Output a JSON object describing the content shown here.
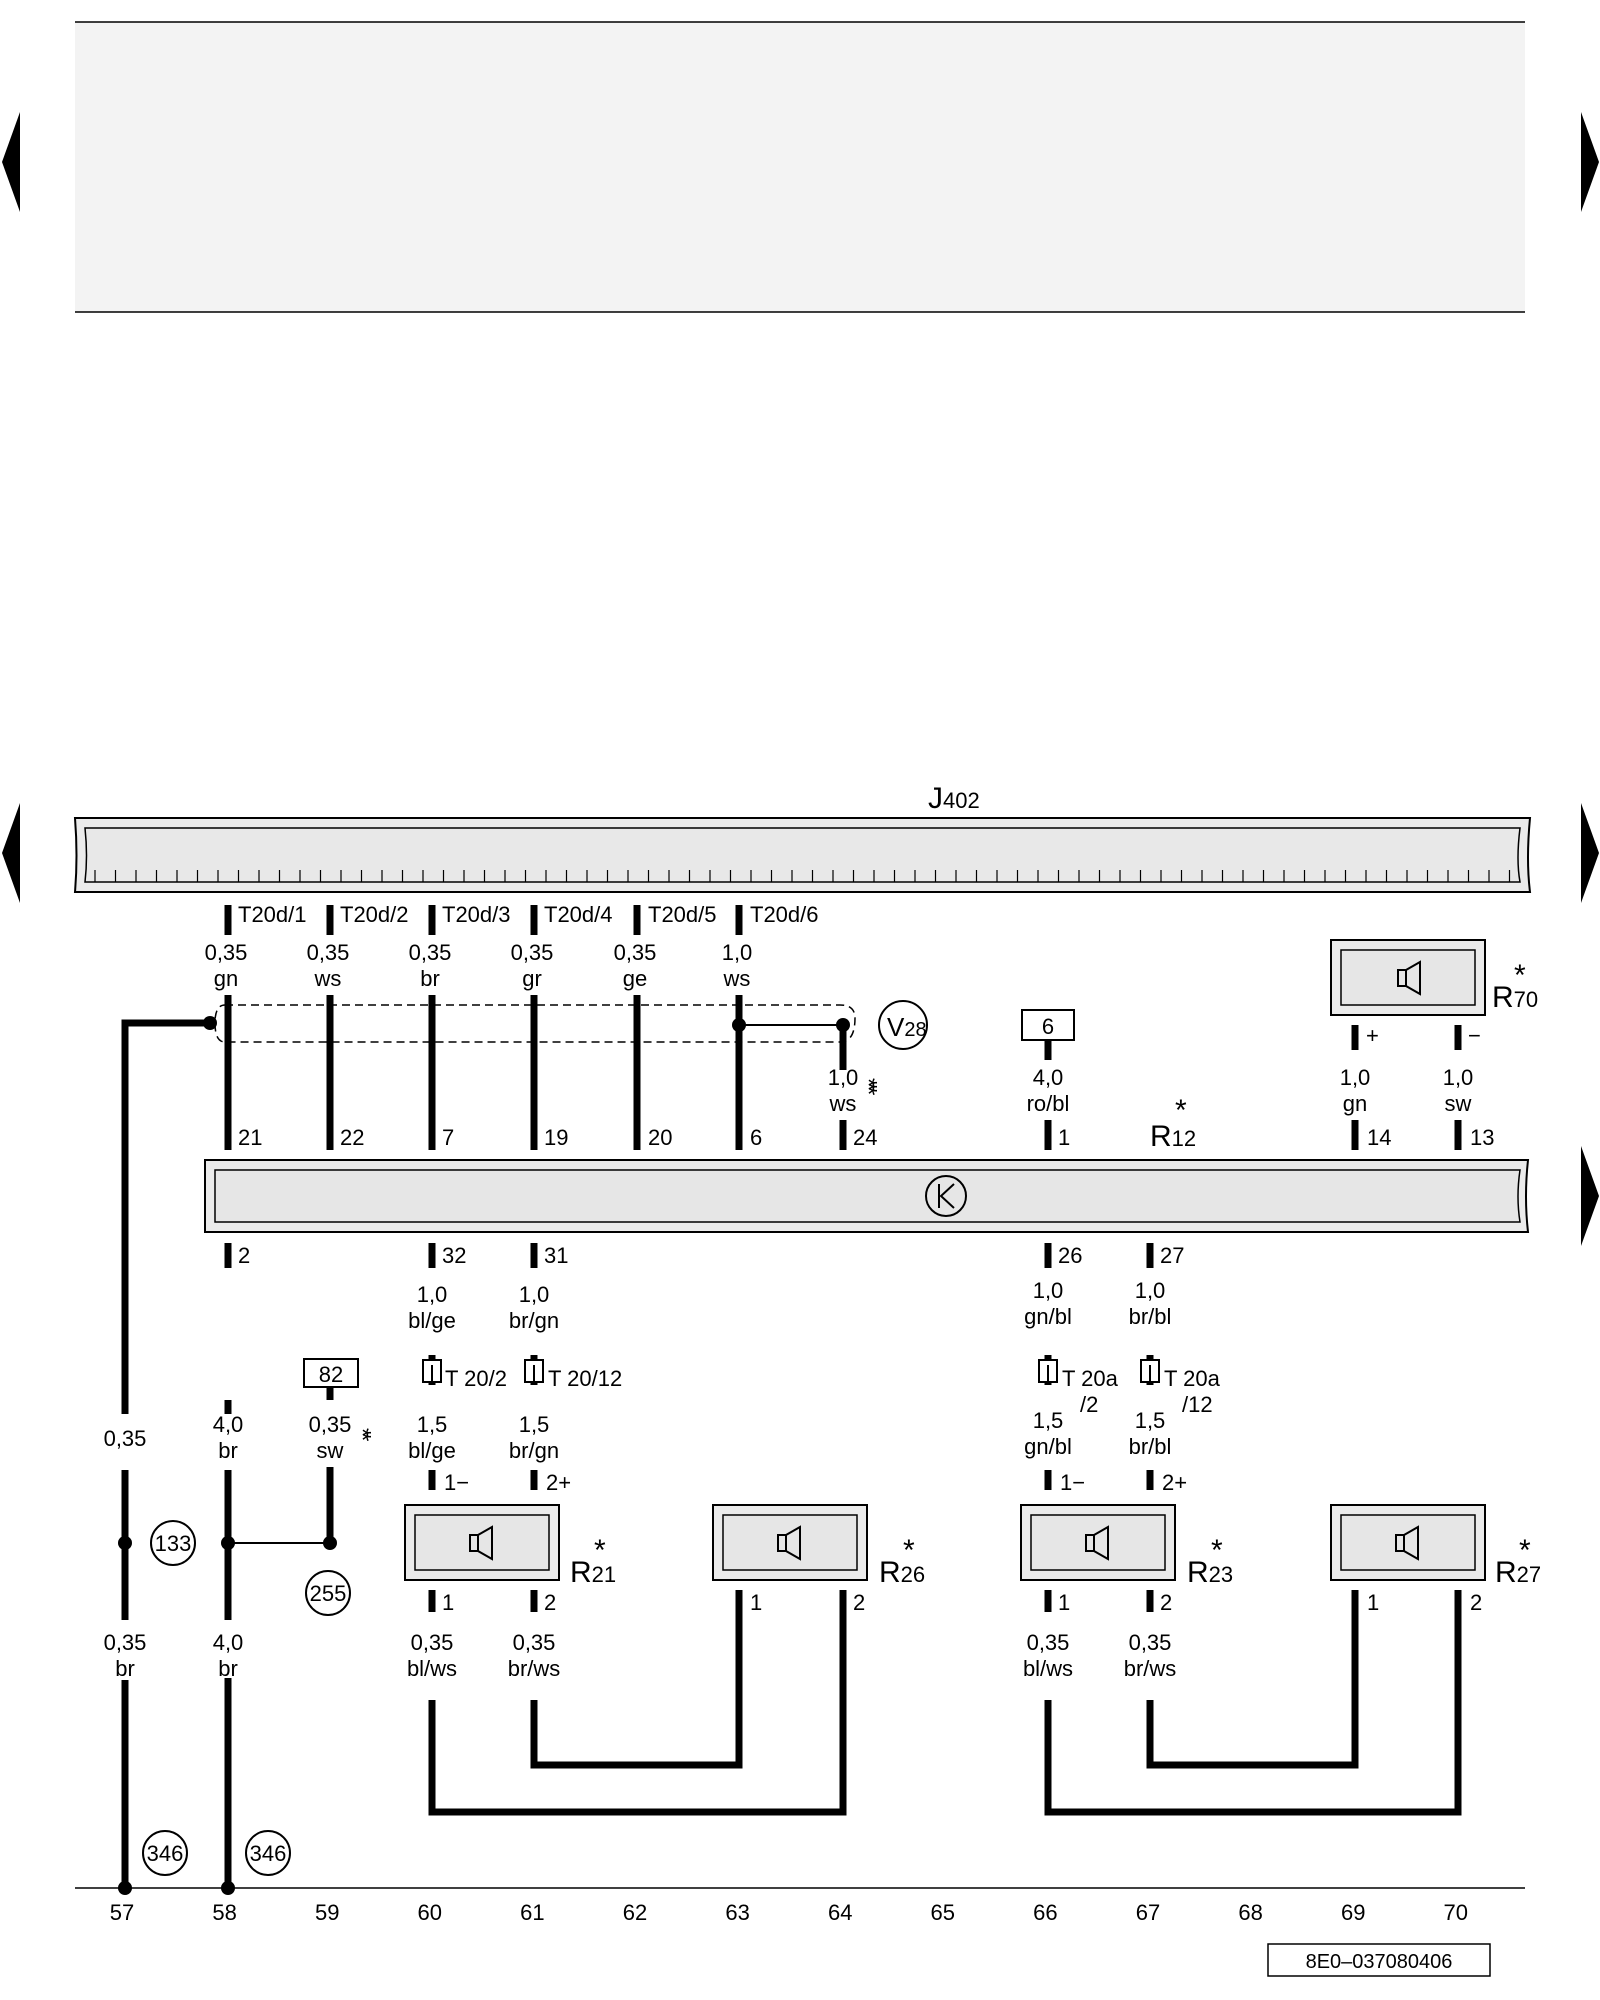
{
  "header_panel": {
    "text": ""
  },
  "control_unit": {
    "main": "J",
    "sub": "402"
  },
  "connectors_top": [
    {
      "label": "T20d/1",
      "size": "0,35",
      "color": "gn",
      "pin": "21"
    },
    {
      "label": "T20d/2",
      "size": "0,35",
      "color": "ws",
      "pin": "22"
    },
    {
      "label": "T20d/3",
      "size": "0,35",
      "color": "br",
      "pin": "7"
    },
    {
      "label": "T20d/4",
      "size": "0,35",
      "color": "gr",
      "pin": "19"
    },
    {
      "label": "T20d/5",
      "size": "0,35",
      "color": "ge",
      "pin": "20"
    },
    {
      "label": "T20d/6",
      "size": "1,0",
      "color": "ws",
      "pin": "6"
    }
  ],
  "shield": {
    "ref": "V",
    "sub": "28"
  },
  "wire_64": {
    "size": "1,0",
    "color": "ws",
    "stars": "* * *",
    "pin": "24"
  },
  "fuse_box": {
    "label": "6",
    "size": "4,0",
    "color": "ro/bl",
    "pin": "1"
  },
  "amplifier": {
    "main": "R",
    "sub": "12",
    "star": "*"
  },
  "r70": {
    "main": "R",
    "sub": "70",
    "star": "*",
    "plus": {
      "sym": "+",
      "size": "1,0",
      "color": "gn",
      "pin": "14"
    },
    "minus": {
      "sym": "−",
      "size": "1,0",
      "color": "sw",
      "pin": "13"
    }
  },
  "bottom_pins": {
    "p2": "2",
    "p32": "32",
    "p31": "31",
    "p26": "26",
    "p27": "27"
  },
  "wires_mid": {
    "w60": {
      "size": "1,0",
      "color": "bl/ge"
    },
    "w61": {
      "size": "1,0",
      "color": "br/gn"
    },
    "w66": {
      "size": "1,0",
      "color": "gn/bl"
    },
    "w67": {
      "size": "1,0",
      "color": "br/bl"
    }
  },
  "conn_t20": {
    "c2": "T 20/2",
    "c12": "T 20/12",
    "a2_top": "T 20a",
    "a2_bot": "/2",
    "a12_top": "T 20a",
    "a12_bot": "/12"
  },
  "wires_low": {
    "w60": {
      "size": "1,5",
      "color": "bl/ge",
      "pin": "1−"
    },
    "w61": {
      "size": "1,5",
      "color": "br/gn",
      "pin": "2+"
    },
    "w66": {
      "size": "1,5",
      "color": "gn/bl",
      "pin": "1−"
    },
    "w67": {
      "size": "1,5",
      "color": "br/bl",
      "pin": "2+"
    }
  },
  "speakers": {
    "r21": {
      "main": "R",
      "sub": "21",
      "star": "*",
      "p1": "1",
      "p2": "2"
    },
    "r26": {
      "main": "R",
      "sub": "26",
      "star": "*",
      "p1": "1",
      "p2": "2"
    },
    "r23": {
      "main": "R",
      "sub": "23",
      "star": "*",
      "p1": "1",
      "p2": "2"
    },
    "r27": {
      "main": "R",
      "sub": "27",
      "star": "*",
      "p1": "1",
      "p2": "2"
    }
  },
  "wires_bottom": {
    "w60": {
      "size": "0,35",
      "color": "bl/ws"
    },
    "w61": {
      "size": "0,35",
      "color": "br/ws"
    },
    "w66": {
      "size": "0,35",
      "color": "bl/ws"
    },
    "w67": {
      "size": "0,35",
      "color": "br/ws"
    }
  },
  "ground": {
    "w57_upper": "0,35",
    "w57_lower_size": "0,35",
    "w57_lower_color": "br",
    "w58_upper_size": "4,0",
    "w58_upper_color": "br",
    "w58_lower_size": "4,0",
    "w58_lower_color": "br",
    "box82": "82",
    "w59_size": "0,35",
    "w59_color": "sw",
    "w59_stars": "* *",
    "circle133": "133",
    "circle255": "255",
    "circle346a": "346",
    "circle346b": "346"
  },
  "columns": [
    "57",
    "58",
    "59",
    "60",
    "61",
    "62",
    "63",
    "64",
    "65",
    "66",
    "67",
    "68",
    "69",
    "70"
  ],
  "doc_id": "8E0–037080406"
}
